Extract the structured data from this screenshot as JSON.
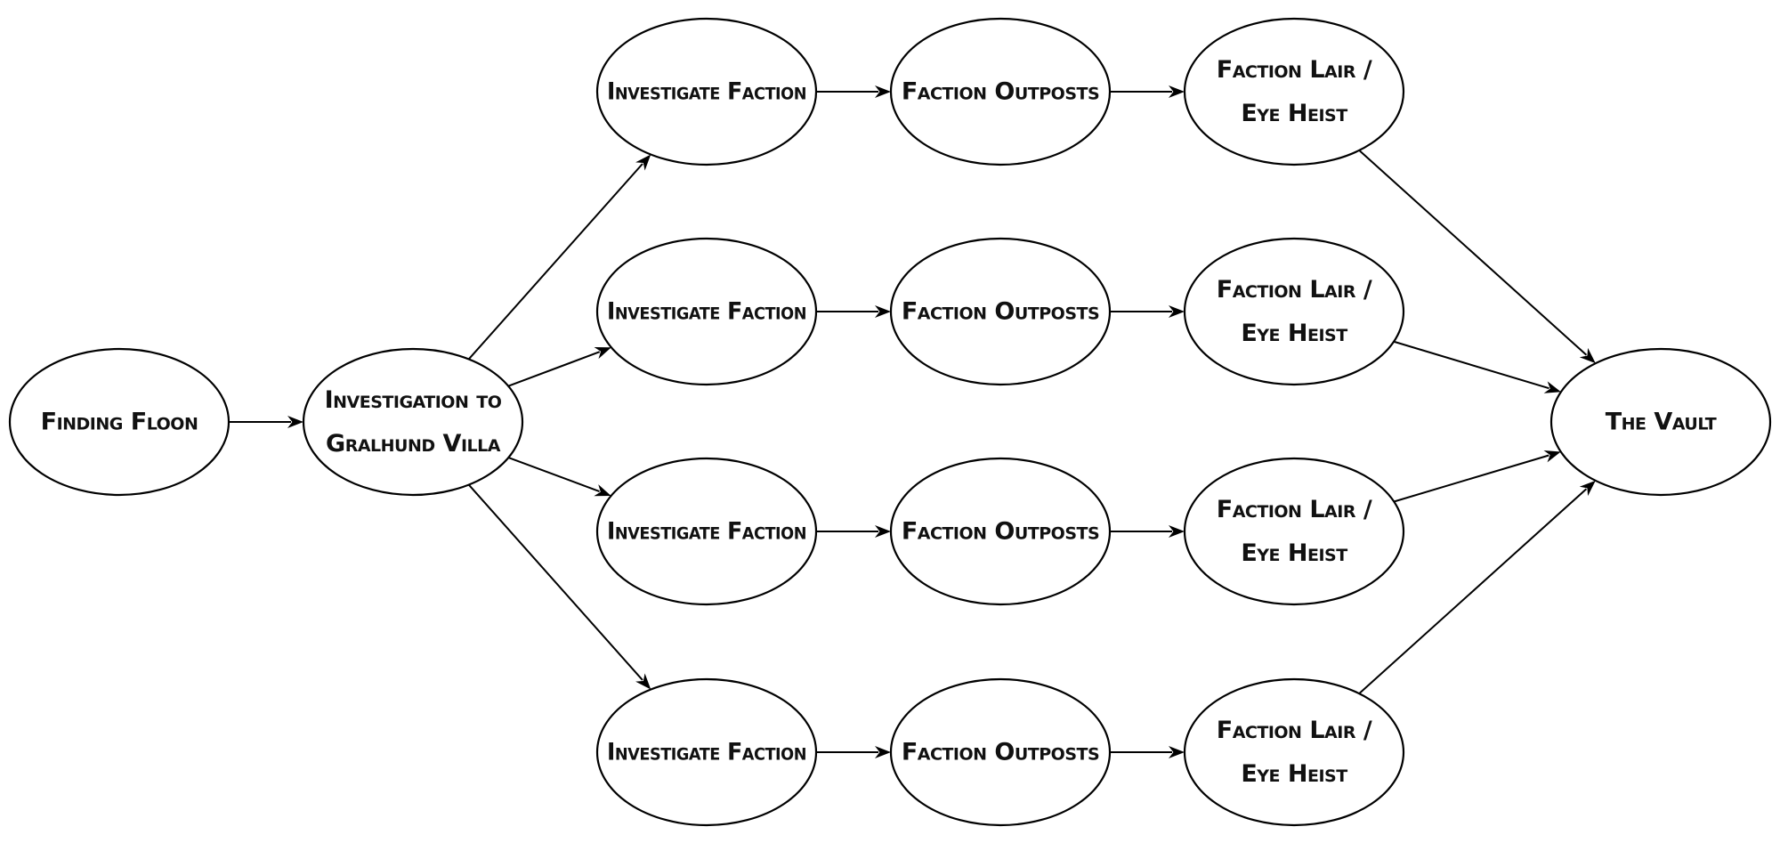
{
  "nodes": [
    {
      "id": "finding-floon",
      "lines": [
        "Finding Floon"
      ]
    },
    {
      "id": "investigation-villa",
      "lines": [
        "Investigation to",
        "Gralhund Villa"
      ]
    },
    {
      "id": "investigate-1",
      "lines": [
        "Investigate Faction"
      ]
    },
    {
      "id": "investigate-2",
      "lines": [
        "Investigate Faction"
      ]
    },
    {
      "id": "investigate-3",
      "lines": [
        "Investigate Faction"
      ]
    },
    {
      "id": "investigate-4",
      "lines": [
        "Investigate Faction"
      ]
    },
    {
      "id": "outposts-1",
      "lines": [
        "Faction Outposts"
      ]
    },
    {
      "id": "outposts-2",
      "lines": [
        "Faction Outposts"
      ]
    },
    {
      "id": "outposts-3",
      "lines": [
        "Faction Outposts"
      ]
    },
    {
      "id": "outposts-4",
      "lines": [
        "Faction Outposts"
      ]
    },
    {
      "id": "lair-1",
      "lines": [
        "Faction Lair /",
        "Eye Heist"
      ]
    },
    {
      "id": "lair-2",
      "lines": [
        "Faction Lair /",
        "Eye Heist"
      ]
    },
    {
      "id": "lair-3",
      "lines": [
        "Faction Lair /",
        "Eye Heist"
      ]
    },
    {
      "id": "lair-4",
      "lines": [
        "Faction Lair /",
        "Eye Heist"
      ]
    },
    {
      "id": "the-vault",
      "lines": [
        "The Vault"
      ]
    }
  ],
  "edges": [
    {
      "from": "finding-floon",
      "to": "investigation-villa"
    },
    {
      "from": "investigation-villa",
      "to": "investigate-1"
    },
    {
      "from": "investigation-villa",
      "to": "investigate-2"
    },
    {
      "from": "investigation-villa",
      "to": "investigate-3"
    },
    {
      "from": "investigation-villa",
      "to": "investigate-4"
    },
    {
      "from": "investigate-1",
      "to": "outposts-1"
    },
    {
      "from": "investigate-2",
      "to": "outposts-2"
    },
    {
      "from": "investigate-3",
      "to": "outposts-3"
    },
    {
      "from": "investigate-4",
      "to": "outposts-4"
    },
    {
      "from": "outposts-1",
      "to": "lair-1"
    },
    {
      "from": "outposts-2",
      "to": "lair-2"
    },
    {
      "from": "outposts-3",
      "to": "lair-3"
    },
    {
      "from": "outposts-4",
      "to": "lair-4"
    },
    {
      "from": "lair-1",
      "to": "the-vault"
    },
    {
      "from": "lair-2",
      "to": "the-vault"
    },
    {
      "from": "lair-3",
      "to": "the-vault"
    },
    {
      "from": "lair-4",
      "to": "the-vault"
    }
  ]
}
